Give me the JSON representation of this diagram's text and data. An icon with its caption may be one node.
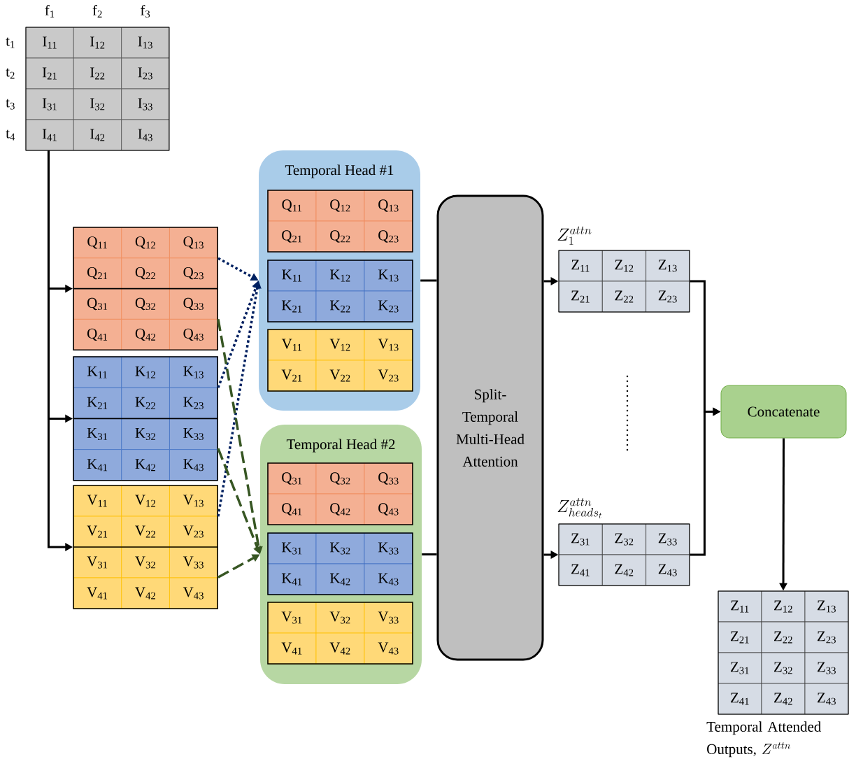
{
  "diagram": {
    "nodes": [
      {
        "text": [],
        "shape": "box",
        "beside": [
          "f$_{1}$",
          "f$_{2}$",
          "f$_{3}$",
          "t$_{1}$",
          "t$_{2}$",
          "t$_{3}$",
          "t$_{4}$"
        ]
      },
      {
        "text": [
          "I$_{11}$"
        ],
        "in": 0
      },
      {
        "text": [
          "I$_{12}$"
        ],
        "in": 0
      },
      {
        "text": [
          "I$_{13}$"
        ],
        "in": 0
      },
      {
        "text": [
          "I$_{21}$"
        ],
        "in": 0
      },
      {
        "text": [
          "I$_{22}$"
        ],
        "in": 0
      },
      {
        "text": [
          "I$_{23}$"
        ],
        "in": 0
      },
      {
        "text": [
          "I$_{31}$"
        ],
        "in": 0
      },
      {
        "text": [
          "I$_{32}$"
        ],
        "in": 0
      },
      {
        "text": [
          "I$_{33}$"
        ],
        "in": 0
      },
      {
        "text": [
          "I$_{41}$"
        ],
        "in": 0
      },
      {
        "text": [
          "I$_{42}$"
        ],
        "in": 0
      },
      {
        "text": [
          "I$_{43}$"
        ],
        "in": 0
      },
      {
        "text": [],
        "shape": "box"
      },
      {
        "text": [
          "Q$_{11}$"
        ],
        "in": 13
      },
      {
        "text": [
          "Q$_{12}$"
        ],
        "in": 13
      },
      {
        "text": [
          "Q$_{13}$"
        ],
        "in": 13
      },
      {
        "text": [
          "Q$_{21}$"
        ],
        "in": 13
      },
      {
        "text": [
          "Q$_{22}$"
        ],
        "in": 13
      },
      {
        "text": [
          "Q$_{23}$"
        ],
        "in": 13
      },
      {
        "text": [
          "Q$_{31}$"
        ],
        "in": 13
      },
      {
        "text": [
          "Q$_{32}$"
        ],
        "in": 13
      },
      {
        "text": [
          "Q$_{33}$"
        ],
        "in": 13
      },
      {
        "text": [
          "Q$_{41}$"
        ],
        "in": 13
      },
      {
        "text": [
          "Q$_{42}$"
        ],
        "in": 13
      },
      {
        "text": [
          "Q$_{43}$"
        ],
        "in": 13
      },
      {
        "text": [],
        "shape": "box"
      },
      {
        "text": [
          "K$_{11}$"
        ],
        "in": 26
      },
      {
        "text": [
          "K$_{12}$"
        ],
        "in": 26
      },
      {
        "text": [
          "K$_{13}$"
        ],
        "in": 26
      },
      {
        "text": [
          "K$_{21}$"
        ],
        "in": 26
      },
      {
        "text": [
          "K$_{22}$"
        ],
        "in": 26
      },
      {
        "text": [
          "K$_{23}$"
        ],
        "in": 26
      },
      {
        "text": [
          "K$_{31}$"
        ],
        "in": 26
      },
      {
        "text": [
          "K$_{32}$"
        ],
        "in": 26
      },
      {
        "text": [
          "K$_{33}$"
        ],
        "in": 26
      },
      {
        "text": [
          "K$_{41}$"
        ],
        "in": 26
      },
      {
        "text": [
          "K$_{42}$"
        ],
        "in": 26
      },
      {
        "text": [
          "K$_{43}$"
        ],
        "in": 26
      },
      {
        "text": [],
        "shape": "box"
      },
      {
        "text": [
          "V$_{11}$"
        ],
        "in": 39
      },
      {
        "text": [
          "V$_{12}$"
        ],
        "in": 39
      },
      {
        "text": [
          "V$_{13}$"
        ],
        "in": 39
      },
      {
        "text": [
          "V$_{21}$"
        ],
        "in": 39
      },
      {
        "text": [
          "V$_{22}$"
        ],
        "in": 39
      },
      {
        "text": [
          "V$_{23}$"
        ],
        "in": 39
      },
      {
        "text": [
          "V$_{31}$"
        ],
        "in": 39
      },
      {
        "text": [
          "V$_{32}$"
        ],
        "in": 39
      },
      {
        "text": [
          "V$_{33}$"
        ],
        "in": 39
      },
      {
        "text": [
          "V$_{41}$"
        ],
        "in": 39
      },
      {
        "text": [
          "V$_{42}$"
        ],
        "in": 39
      },
      {
        "text": [
          "V$_{43}$"
        ],
        "in": 39
      },
      {
        "text": [
          "Temporal Head #1"
        ]
      },
      {
        "text": [],
        "shape": "box",
        "in": 52
      },
      {
        "text": [
          "Q$_{11}$"
        ],
        "in": 53
      },
      {
        "text": [
          "Q$_{12}$"
        ],
        "in": 53
      },
      {
        "text": [
          "Q$_{13}$"
        ],
        "in": 53
      },
      {
        "text": [
          "Q$_{21}$"
        ],
        "in": 53
      },
      {
        "text": [
          "Q$_{22}$"
        ],
        "in": 53
      },
      {
        "text": [
          "Q$_{23}$"
        ],
        "in": 53
      },
      {
        "text": [],
        "shape": "box",
        "in": 52
      },
      {
        "text": [
          "K$_{11}$"
        ],
        "in": 60
      },
      {
        "text": [
          "K$_{12}$"
        ],
        "in": 60
      },
      {
        "text": [
          "K$_{13}$"
        ],
        "in": 60
      },
      {
        "text": [
          "K$_{21}$"
        ],
        "in": 60
      },
      {
        "text": [
          "K$_{22}$"
        ],
        "in": 60
      },
      {
        "text": [
          "K$_{23}$"
        ],
        "in": 60
      },
      {
        "text": [],
        "shape": "box",
        "in": 52
      },
      {
        "text": [
          "V$_{11}$"
        ],
        "in": 67
      },
      {
        "text": [
          "V$_{12}$"
        ],
        "in": 67
      },
      {
        "text": [
          "V$_{13}$"
        ],
        "in": 67
      },
      {
        "text": [
          "V$_{21}$"
        ],
        "in": 67
      },
      {
        "text": [
          "V$_{22}$"
        ],
        "in": 67
      },
      {
        "text": [
          "V$_{23}$"
        ],
        "in": 67
      },
      {
        "text": [
          "Temporal Head #2"
        ]
      },
      {
        "text": [],
        "shape": "box",
        "in": 74
      },
      {
        "text": [
          "Q$_{31}$"
        ],
        "in": 75
      },
      {
        "text": [
          "Q$_{32}$"
        ],
        "in": 75
      },
      {
        "text": [
          "Q$_{33}$"
        ],
        "in": 75
      },
      {
        "text": [
          "Q$_{41}$"
        ],
        "in": 75
      },
      {
        "text": [
          "Q$_{42}$"
        ],
        "in": 75
      },
      {
        "text": [
          "Q$_{43}$"
        ],
        "in": 75
      },
      {
        "text": [],
        "shape": "box",
        "in": 74
      },
      {
        "text": [
          "K$_{31}$"
        ],
        "in": 82
      },
      {
        "text": [
          "K$_{32}$"
        ],
        "in": 82
      },
      {
        "text": [
          "K$_{33}$"
        ],
        "in": 82
      },
      {
        "text": [
          "K$_{41}$"
        ],
        "in": 82
      },
      {
        "text": [
          "K$_{42}$"
        ],
        "in": 82
      },
      {
        "text": [
          "K$_{43}$"
        ],
        "in": 82
      },
      {
        "text": [],
        "shape": "box",
        "in": 74
      },
      {
        "text": [
          "V$_{31}$"
        ],
        "in": 89
      },
      {
        "text": [
          "V$_{32}$"
        ],
        "in": 89
      },
      {
        "text": [
          "V$_{33}$"
        ],
        "in": 89
      },
      {
        "text": [
          "V$_{41}$"
        ],
        "in": 89
      },
      {
        "text": [
          "V$_{42}$"
        ],
        "in": 89
      },
      {
        "text": [
          "V$_{43}$"
        ],
        "in": 89
      },
      {
        "text": [
          "Split-Temporal Multi-Head Attention"
        ]
      },
      {
        "text": [
          "Z_{1}^{attn}"
        ]
      },
      {
        "text": [
          "Z$_{11}$"
        ],
        "in": 97
      },
      {
        "text": [
          "Z$_{12}$"
        ],
        "in": 97
      },
      {
        "text": [
          "Z$_{13}$"
        ],
        "in": 97
      },
      {
        "text": [
          "Z$_{21}$"
        ],
        "in": 97
      },
      {
        "text": [
          "Z$_{22}$"
        ],
        "in": 97
      },
      {
        "text": [
          "Z$_{23}$"
        ],
        "in": 97
      },
      {
        "text": [
          "Z_{heads_{t}}^{attn}"
        ]
      },
      {
        "text": [
          "Z$_{31}$"
        ],
        "in": 104
      },
      {
        "text": [
          "Z$_{32}$"
        ],
        "in": 104
      },
      {
        "text": [
          "Z$_{33}$"
        ],
        "in": 104
      },
      {
        "text": [
          "Z$_{41}$"
        ],
        "in": 104
      },
      {
        "text": [
          "Z$_{42}$"
        ],
        "in": 104
      },
      {
        "text": [
          "Z$_{43}$"
        ],
        "in": 104
      },
      {
        "text": [
          "Concatenate"
        ]
      },
      {
        "text": [],
        "shape": "box",
        "beside": [
          "Temporal Attended Outputs,",
          "Z^{attn}"
        ]
      },
      {
        "text": [
          "Z$_{11}$"
        ],
        "in": 112
      },
      {
        "text": [
          "Z$_{12}$"
        ],
        "in": 112
      },
      {
        "text": [
          "Z$_{13}$"
        ],
        "in": 112
      },
      {
        "text": [
          "Z$_{21}$"
        ],
        "in": 112
      },
      {
        "text": [
          "Z$_{22}$"
        ],
        "in": 112
      },
      {
        "text": [
          "Z$_{23}$"
        ],
        "in": 112
      },
      {
        "text": [
          "Z$_{31}$"
        ],
        "in": 112
      },
      {
        "text": [
          "Z$_{32}$"
        ],
        "in": 112
      },
      {
        "text": [
          "Z$_{33}$"
        ],
        "in": 112
      },
      {
        "text": [
          "Z$_{41}$"
        ],
        "in": 112
      },
      {
        "text": [
          "Z$_{42}$"
        ],
        "in": 112
      },
      {
        "text": [
          "Z$_{43}$"
        ],
        "in": 112
      }
    ],
    "edges": [
      {
        "from": 0,
        "to": 13,
        "arrow": "to"
      },
      {
        "from": 0,
        "to": 26,
        "arrow": "to"
      },
      {
        "from": 0,
        "to": 39,
        "arrow": "to"
      },
      {
        "from": 13,
        "to": 52,
        "arrow": "to",
        "style": "dashed",
        "color": "#002060"
      },
      {
        "from": 26,
        "to": 52,
        "arrow": "to",
        "style": "dashed",
        "color": "#002060"
      },
      {
        "from": 39,
        "to": 52,
        "arrow": "to",
        "style": "dashed",
        "color": "#002060"
      },
      {
        "from": 13,
        "to": 74,
        "arrow": "to",
        "style": "dashed",
        "color": "#375623"
      },
      {
        "from": 26,
        "to": 74,
        "arrow": "to",
        "style": "dashed",
        "color": "#375623"
      },
      {
        "from": 39,
        "to": 74,
        "arrow": "to",
        "style": "dashed",
        "color": "#375623"
      },
      {
        "from": 52,
        "to": 96,
        "arrow": "none"
      },
      {
        "from": 74,
        "to": 96,
        "arrow": "none"
      },
      {
        "from": 96,
        "to": 97,
        "arrow": "to"
      },
      {
        "from": 96,
        "to": 104,
        "arrow": "to"
      },
      {
        "from": 97,
        "to": 111,
        "arrow": "to"
      },
      {
        "from": 104,
        "to": 111,
        "arrow": "to"
      },
      {
        "from": 111,
        "to": 112,
        "arrow": "to"
      }
    ]
  }
}
